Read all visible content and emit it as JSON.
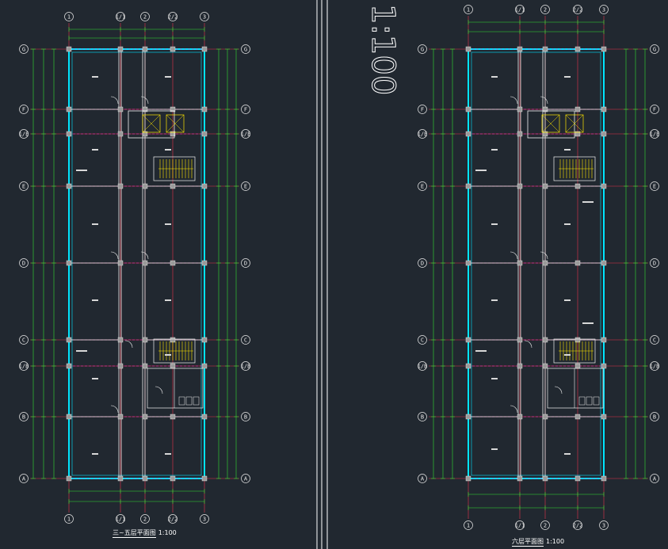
{
  "plans": [
    {
      "title": "三~五层平面图",
      "scale": "1:100",
      "col_labels": [
        "1",
        "1/1",
        "2",
        "2/2",
        "3"
      ],
      "row_labels": [
        "G",
        "F",
        "1/E",
        "E",
        "D",
        "C",
        "1/B",
        "B",
        "A"
      ]
    },
    {
      "title": "六层平面图",
      "scale": "1:100",
      "col_labels": [
        "1",
        "1/1",
        "2",
        "2/2",
        "3"
      ],
      "row_labels": [
        "G",
        "F",
        "1/E",
        "E",
        "D",
        "C",
        "1/B",
        "B",
        "A"
      ]
    }
  ],
  "colors": {
    "background": "#212830",
    "wall": "#00e5ff",
    "grid_line": "#e8334a",
    "partition": "#f2f2f2",
    "dimension": "#33e033",
    "stair": "#ffe600",
    "bubble": "#e6e6e6",
    "magenta": "#ff33cc"
  }
}
